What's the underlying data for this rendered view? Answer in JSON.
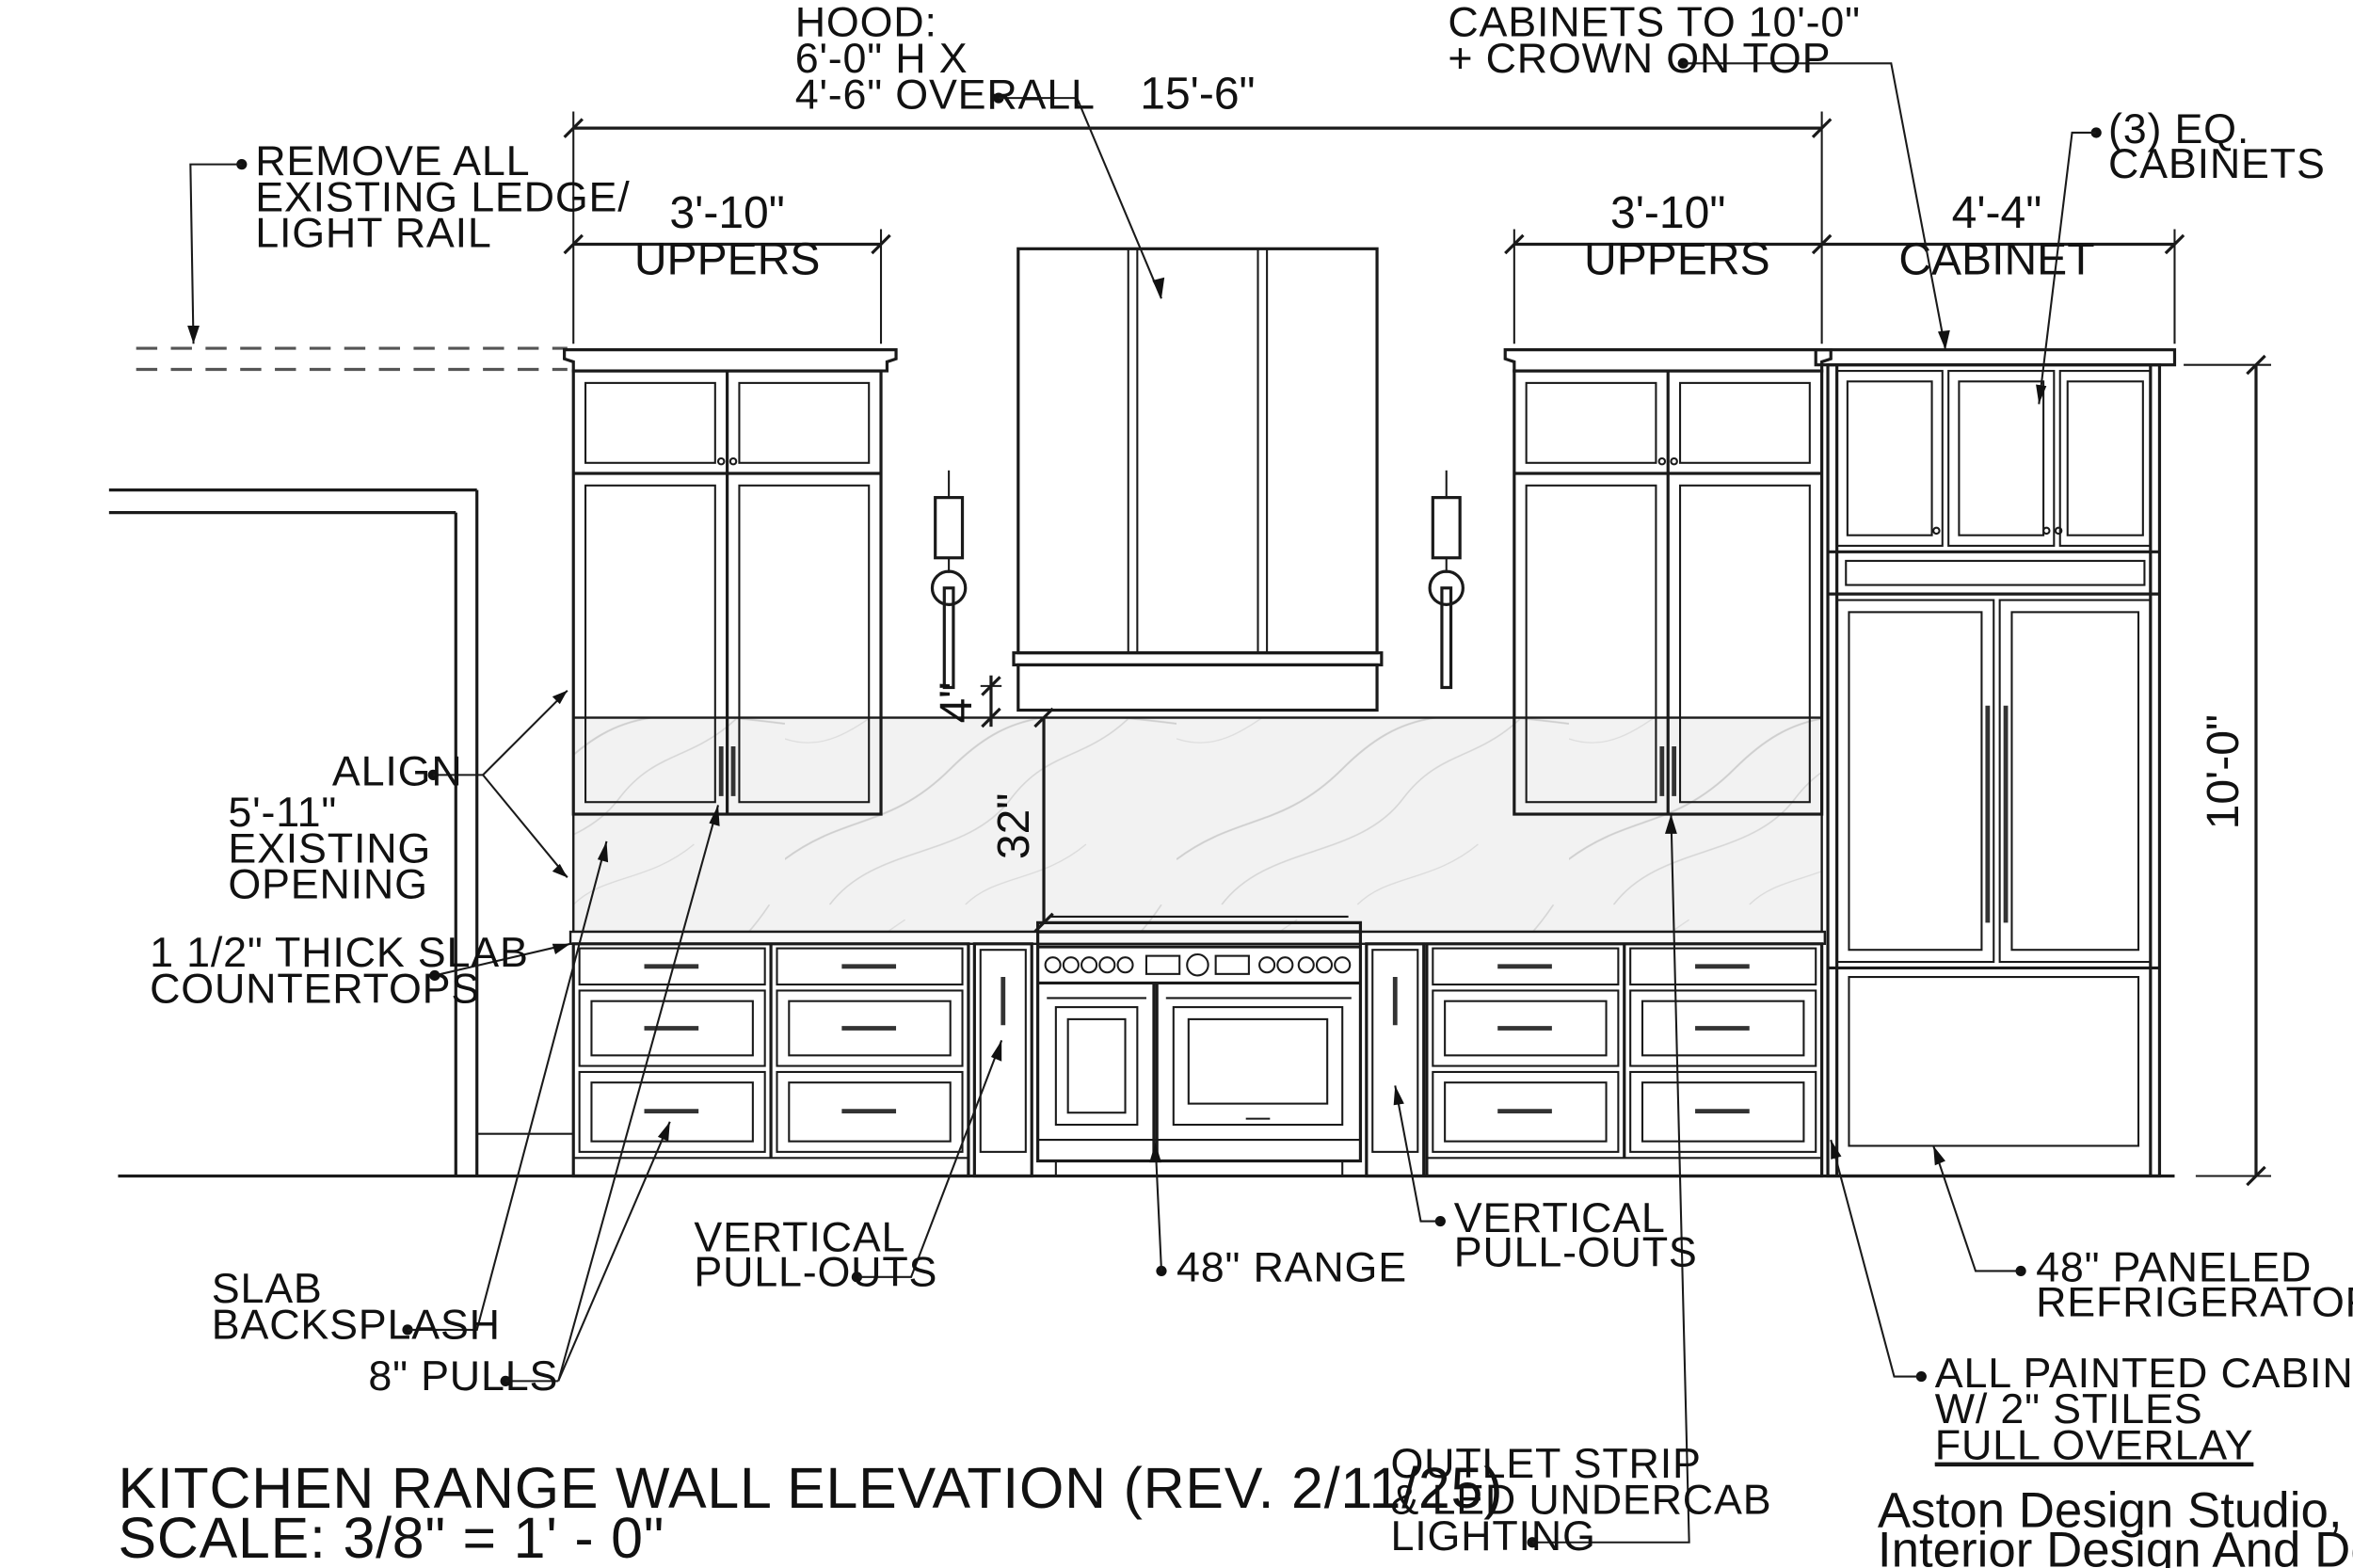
{
  "notes": {
    "hood": [
      "HOOD:",
      "6'-0\" H X",
      "4'-6\" OVERALL"
    ],
    "cabinets_height": [
      "CABINETS TO 10'-0\"",
      "+ CROWN ON TOP"
    ],
    "eq_cabinets": [
      "(3) EQ.",
      "CABINETS"
    ],
    "remove_ledge": [
      "REMOVE ALL",
      "EXISTING LEDGE/",
      "LIGHT RAIL"
    ],
    "align": "ALIGN",
    "existing_opening": [
      "5'-11\"",
      "EXISTING",
      "OPENING"
    ],
    "countertops": [
      "1 1/2\" THICK SLAB",
      "COUNTERTOPS"
    ],
    "backsplash": [
      "SLAB",
      "BACKSPLASH"
    ],
    "pulls": "8\" PULLS",
    "pullouts_left": [
      "VERTICAL",
      "PULL-OUTS"
    ],
    "pullouts_right": [
      "VERTICAL",
      "PULL-OUTS"
    ],
    "range": "48\" RANGE",
    "refrigerator": [
      "48\" PANELED",
      "REFRIGERATOR"
    ],
    "cabinetry": [
      "ALL PAINTED CABINETRY",
      "W/ 2\" STILES",
      "FULL OVERLAY"
    ],
    "lighting": [
      "OUTLET STRIP",
      "& LED UNDERCAB",
      "LIGHTING"
    ]
  },
  "dimensions": {
    "overall": "15'-6\"",
    "left_uppers": "3'-10\"",
    "left_uppers_label": "UPPERS",
    "right_uppers": "3'-10\"",
    "right_uppers_label": "UPPERS",
    "cabinet_width": "4'-4\"",
    "cabinet_label": "CABINET",
    "height": "10'-0\"",
    "hood_gap": "4\"",
    "backsplash_height": "32\""
  },
  "title": {
    "main": "KITCHEN RANGE WALL ELEVATION (REV. 2/11/25)",
    "scale": "SCALE: 3/8\" = 1' - 0\""
  },
  "studio": {
    "name": "Aston Design Studio, LLC",
    "tagline": "Interior Design And Decor"
  }
}
